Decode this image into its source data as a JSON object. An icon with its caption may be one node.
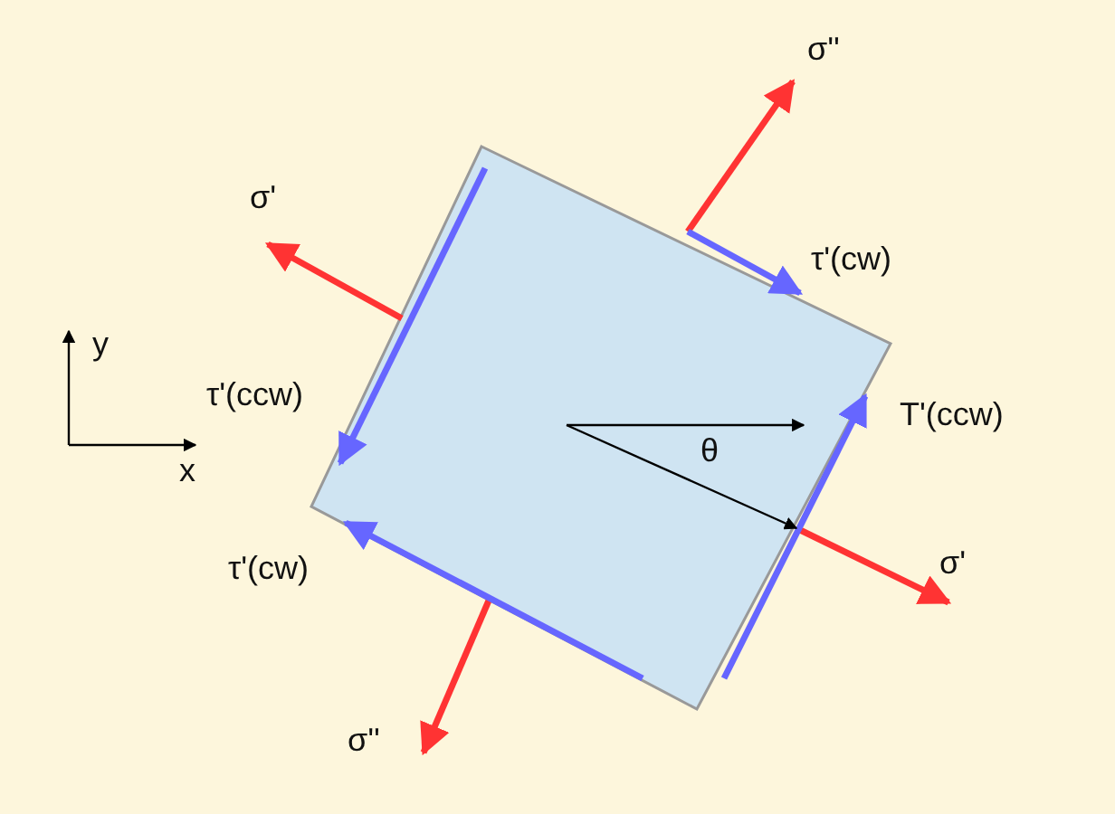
{
  "diagram": {
    "labels": [
      "σ''",
      "σ'",
      "τ'(cw)",
      "y",
      "τ'(ccw)",
      "T'(ccw)",
      "θ",
      "x",
      "τ'(cw)",
      "σ'",
      "σ''"
    ]
  }
}
